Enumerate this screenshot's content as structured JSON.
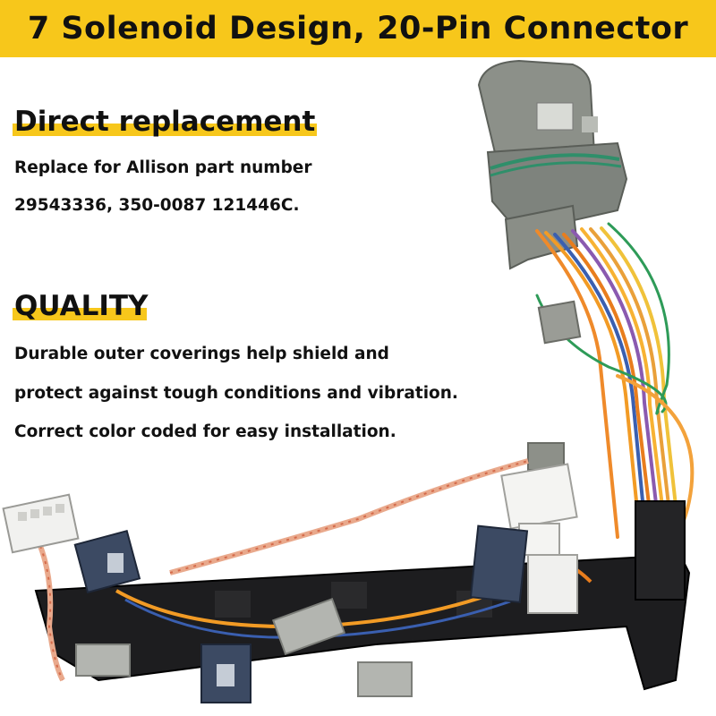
{
  "banner": {
    "title": "7 Solenoid Design, 20-Pin Connector",
    "color": "#f7c71b"
  },
  "sections": [
    {
      "heading": "Direct replacement",
      "lines": [
        "Replace for Allison part number",
        "29543336, 350-0087 121446C."
      ]
    },
    {
      "heading": "QUALITY",
      "lines": [
        "Durable outer coverings help shield and",
        "protect against tough conditions and vibration.",
        "Correct color coded for easy installation."
      ]
    }
  ],
  "colors": {
    "accent": "#f7c71b",
    "text": "#111111"
  }
}
